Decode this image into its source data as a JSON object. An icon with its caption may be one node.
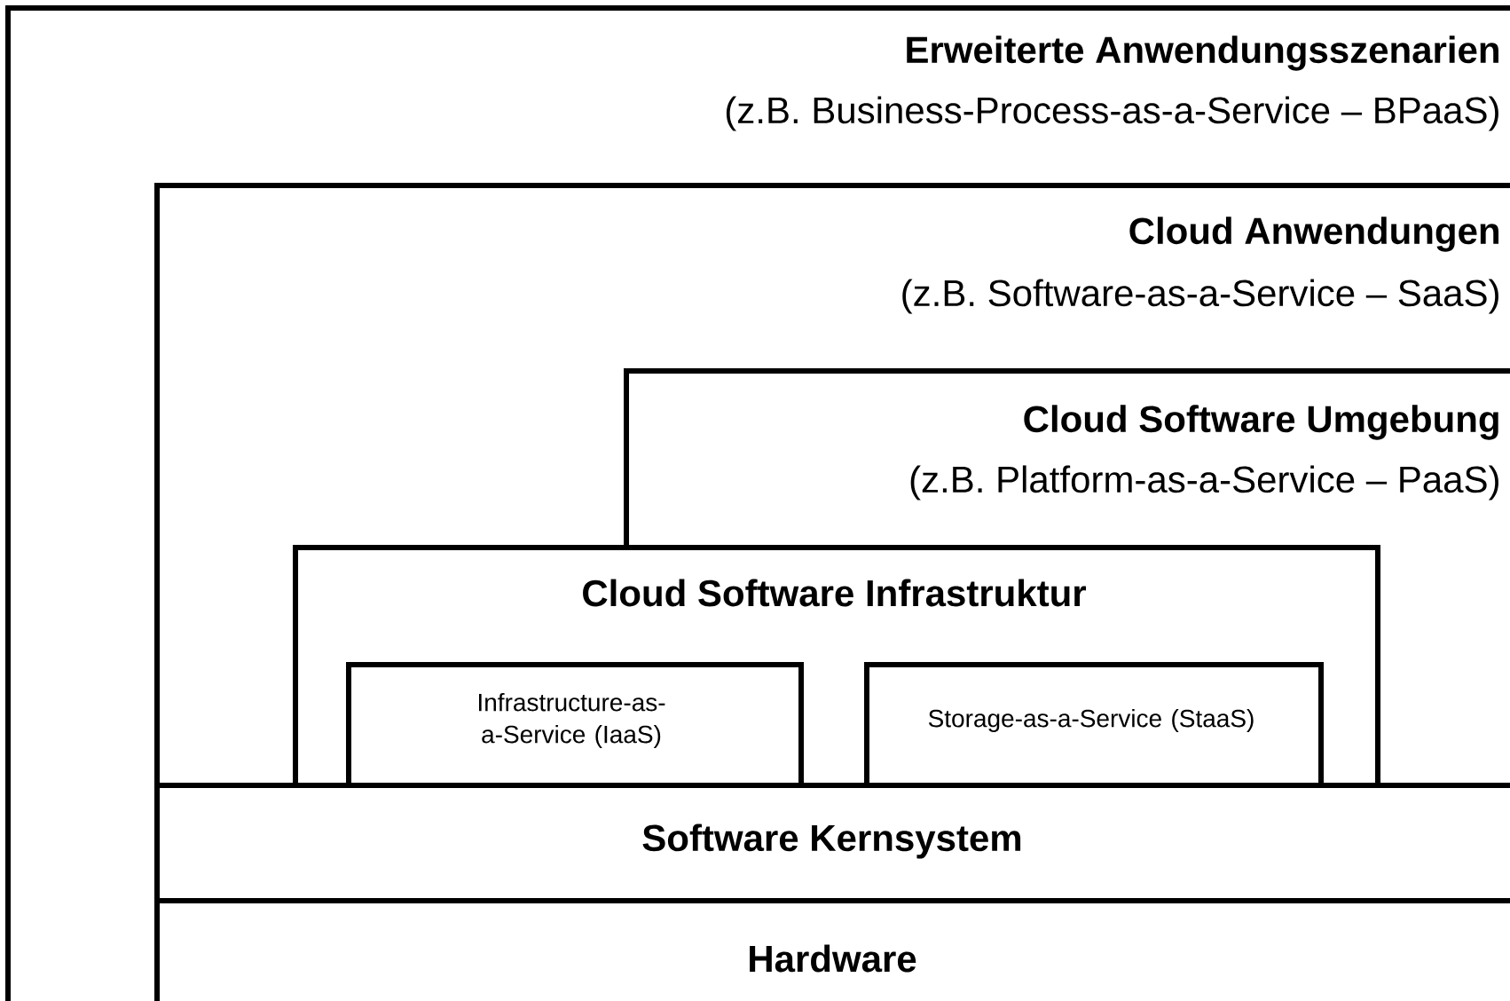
{
  "diagram": {
    "nodes": [
      {
        "text": [
          "Erweiterte Anwendungsszenarien",
          "(z.B. Business-Process-as-a-Service – BPaaS)"
        ]
      },
      {
        "text": [
          "Cloud Anwendungen",
          "(z.B. Software-as-a-Service – SaaS)"
        ],
        "in": 0
      },
      {
        "text": [
          "Cloud Software Umgebung",
          "(z.B. Platform-as-a-Service – PaaS)"
        ],
        "in": 1
      },
      {
        "text": [
          "Cloud Software Infrastruktur"
        ],
        "in": 1
      },
      {
        "text": [
          "Infrastructure-as-a-Service (IaaS)"
        ],
        "in": 3
      },
      {
        "text": [
          "Storage-as-a-Service (StaaS)"
        ],
        "in": 3
      },
      {
        "text": [
          "Software Kernsystem"
        ],
        "in": 1
      },
      {
        "text": [
          "Hardware"
        ],
        "in": 1
      }
    ]
  }
}
